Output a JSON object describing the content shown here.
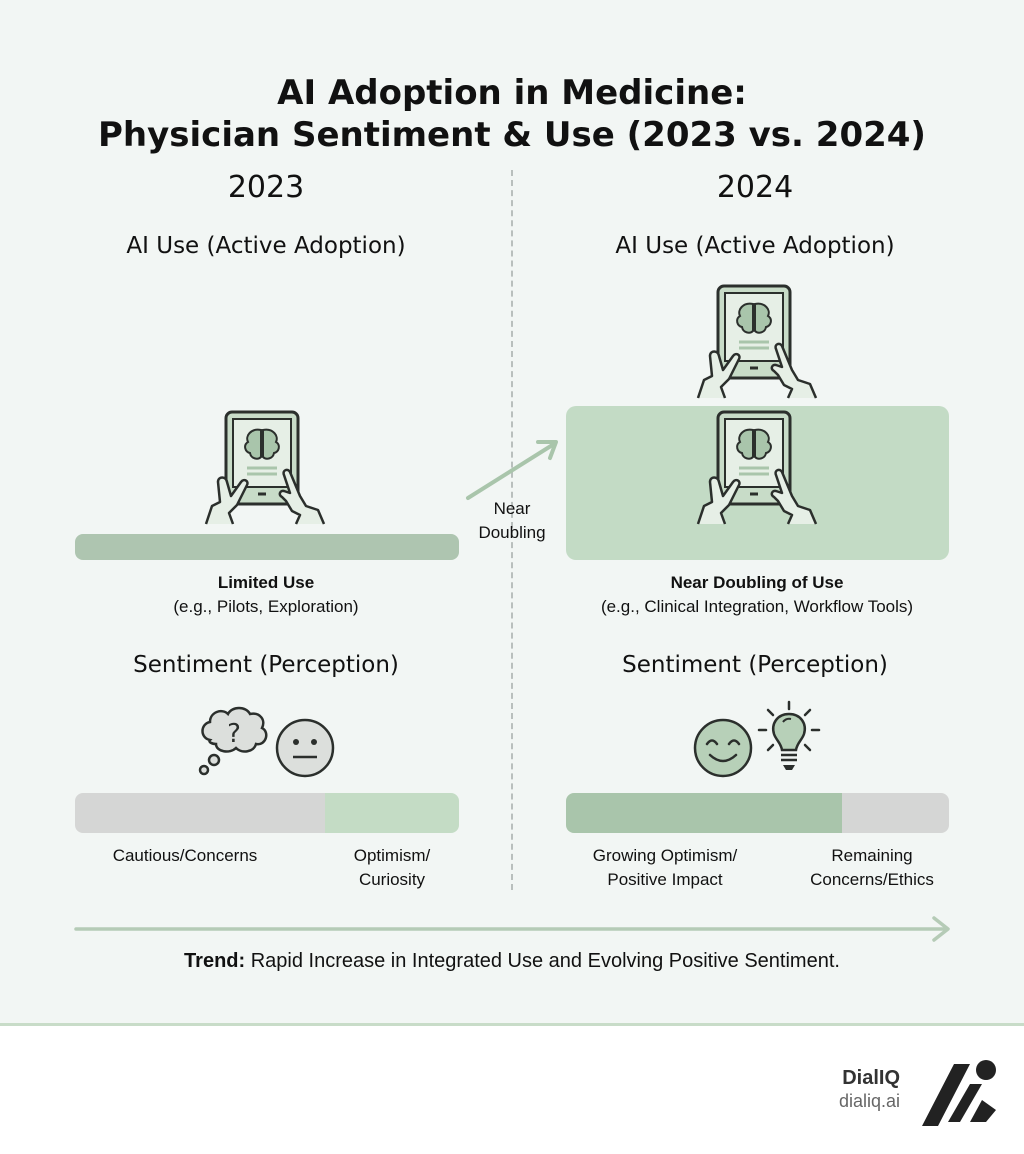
{
  "title": {
    "line1": "AI Adoption in Medicine:",
    "line2": "Physician Sentiment & Use (2023 vs. 2024)"
  },
  "columns": [
    {
      "year": "2023",
      "use_heading": "AI Use (Active Adoption)",
      "use_label": "Limited Use",
      "use_examples": "(e.g., Pilots, Exploration)",
      "sentiment_heading": "Sentiment (Perception)",
      "sentiment_icons": [
        "thought-cloud-question-icon",
        "neutral-face-icon"
      ],
      "sentiment_segments": [
        {
          "label": "Cautious/Concerns",
          "share": 65,
          "color": "#d5d6d5"
        },
        {
          "label_line1": "Optimism/",
          "label_line2": "Curiosity",
          "share": 35,
          "color": "#c4dcc5"
        }
      ]
    },
    {
      "year": "2024",
      "use_heading": "AI Use (Active Adoption)",
      "use_label": "Near Doubling of Use",
      "use_examples": "(e.g., Clinical Integration, Workflow Tools)",
      "sentiment_heading": "Sentiment (Perception)",
      "sentiment_icons": [
        "smiling-face-icon",
        "lightbulb-icon"
      ],
      "sentiment_segments": [
        {
          "label_line1": "Growing Optimism/",
          "label_line2": "Positive Impact",
          "share": 72,
          "color": "#a9c5ab"
        },
        {
          "label_line1": "Remaining",
          "label_line2": "Concerns/Ethics",
          "share": 28,
          "color": "#d5d6d5"
        }
      ]
    }
  ],
  "transition": {
    "line1": "Near",
    "line2": "Doubling"
  },
  "trend": {
    "label": "Trend:",
    "text": " Rapid Increase in Integrated Use and Evolving Positive Sentiment."
  },
  "brand": {
    "name": "DialIQ",
    "url": "dialiq.ai"
  },
  "colors": {
    "background": "#f2f6f4",
    "green_dark": "#a9c5ab",
    "green_light": "#c4dcc5",
    "grey": "#d5d6d5",
    "ink": "#111111"
  }
}
